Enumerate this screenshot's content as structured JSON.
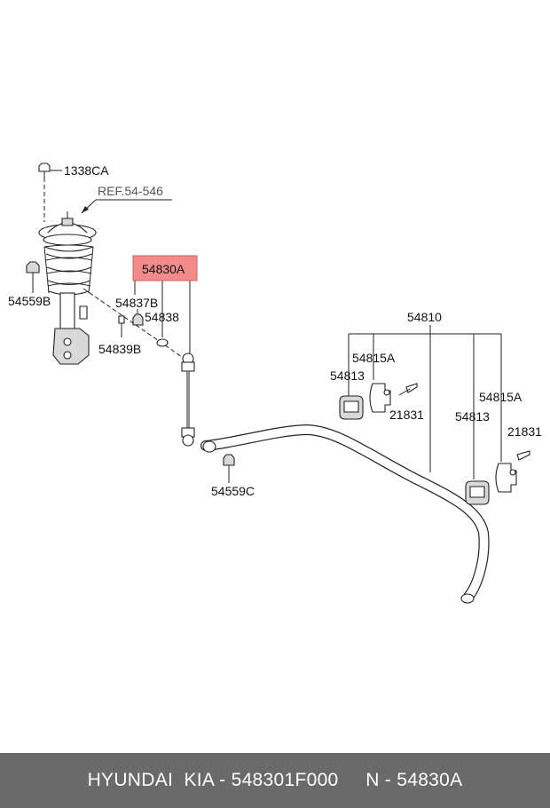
{
  "diagram": {
    "labels": {
      "p1338CA": "1338CA",
      "ref": "REF.54-546",
      "p54559B": "54559B",
      "p54830A": "54830A",
      "p54837B": "54837B",
      "p54838": "54838",
      "p54839B": "54839B",
      "p54810": "54810",
      "p54815A_left": "54815A",
      "p54813_left": "54813",
      "p21831_left": "21831",
      "p54815A_right": "54815A",
      "p54813_right": "54813",
      "p21831_right": "21831",
      "p54559C": "54559C"
    },
    "highlight_color": "#f28b8b"
  },
  "footer": {
    "text": "HYUNDAI  KIA - 548301F000     N - 54830A",
    "background": "#6a6a6a"
  }
}
